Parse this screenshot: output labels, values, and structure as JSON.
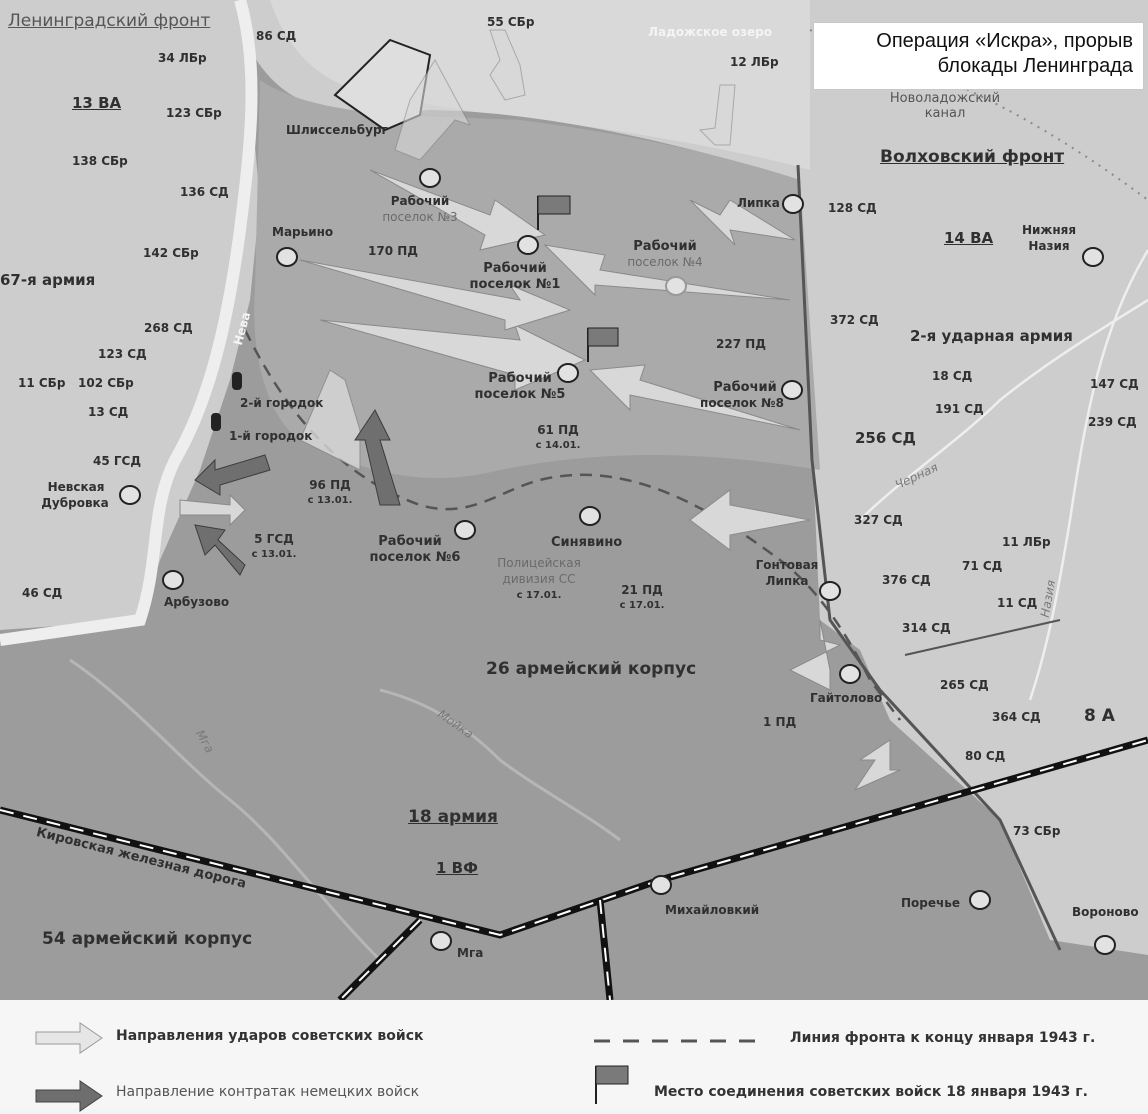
{
  "title": "Операция «Искра», прорыв блокады Ленинграда",
  "labels": {
    "leningrad_front": "Ленинградский фронт",
    "volkhov_front": "Волховский фронт",
    "va13": "13 ВА",
    "va14": "14 ВА",
    "army67": "67-я армия",
    "shock2": "2-я ударная армия",
    "army18": "18 армия",
    "vf1": "1 ВФ",
    "corps26": "26 армейский корпус",
    "corps54": "54 армейский корпус",
    "army8": "8 А",
    "lake": "Ладожское озеро",
    "canal": "Новоладожский канал",
    "neva": "Нева",
    "mga_river": "Мга",
    "moika": "Мойка",
    "chernaya": "Черная",
    "naziya_river": "Назия",
    "railway": "Кировская железная дорога"
  },
  "units": {
    "u34lbr": "34 ЛБр",
    "u86sd": "86 СД",
    "u55sbr": "55 СБр",
    "u12lbr": "12 ЛБр",
    "u123sbr": "123 СБр",
    "u138sbr": "138 СБр",
    "u136sd": "136 СД",
    "u142sbr": "142 СБр",
    "u268sd": "268 СД",
    "u123sd": "123 СД",
    "u11sbr": "11 СБр",
    "u102sbr": "102 СБр",
    "u13sd": "13 СД",
    "u45gsd": "45 ГСД",
    "u46sd": "46 СД",
    "u128sd": "128 СД",
    "u372sd": "372 СД",
    "u18sd": "18 СД",
    "u191sd": "191 СД",
    "u147sd": "147 СД",
    "u239sd": "239 СД",
    "u256sd": "256 СД",
    "u327sd": "327 СД",
    "u11lbr": "11 ЛБр",
    "u71sd": "71 СД",
    "u376sd": "376 СД",
    "u11sd": "11 СД",
    "u314sd": "314 СД",
    "u265sd": "265 СД",
    "u364sd": "364 СД",
    "u80sd": "80 СД",
    "u73sbr": "73 СБр",
    "u170pd": "170 ПД",
    "u227pd": "227 ПД",
    "u1pd": "1 ПД",
    "u61pd": "61 ПД",
    "u61pd_date": "с 14.01.",
    "u96pd": "96 ПД",
    "u96pd_date": "с 13.01.",
    "u5gsd": "5 ГСД",
    "u5gsd_date": "с 13.01.",
    "u21pd": "21 ПД",
    "u21pd_date": "с 17.01.",
    "police1": "Полицейская",
    "police2": "дивизия СС",
    "police_date": "с 17.01."
  },
  "places": {
    "shlisselburg": "Шлиссельбург",
    "rp3a": "Рабочий",
    "rp3b": "поселок №3",
    "rp1a": "Рабочий",
    "rp1b": "поселок №1",
    "rp4a": "Рабочий",
    "rp4b": "поселок №4",
    "rp5a": "Рабочий",
    "rp5b": "поселок №5",
    "rp8a": "Рабочий",
    "rp8b": "поселок №8",
    "rp6a": "Рабочий",
    "rp6b": "поселок №6",
    "marino": "Марьино",
    "lipka": "Липка",
    "nazia1": "Нижняя",
    "nazia2": "Назия",
    "gorodok2": "2-й городок",
    "gorodok1": "1-й городок",
    "dubrovka1": "Невская",
    "dubrovka2": "Дубровка",
    "arbuzovo": "Арбузово",
    "sinyavino": "Синявино",
    "gontovaya1": "Гонтовая",
    "gontovaya2": "Липка",
    "gaitolovo": "Гайтолово",
    "mikhailovsky": "Михайловкий",
    "porechye": "Поречье",
    "voronovo": "Вороново",
    "mga": "Мга"
  },
  "legend": {
    "soviet_strikes": "Направления ударов советских войск",
    "german_counter": "Направление контратак немецких войск",
    "front_line": "Линия фронта к концу января 1943 г.",
    "link_up": "Место соединения советских войск 18 января 1943 г."
  },
  "colors": {
    "map_background": "#cfcfcf",
    "german_zone": "#9a9a9a",
    "soviet_arrow": "#dadada",
    "german_arrow": "#6e6e6e"
  }
}
